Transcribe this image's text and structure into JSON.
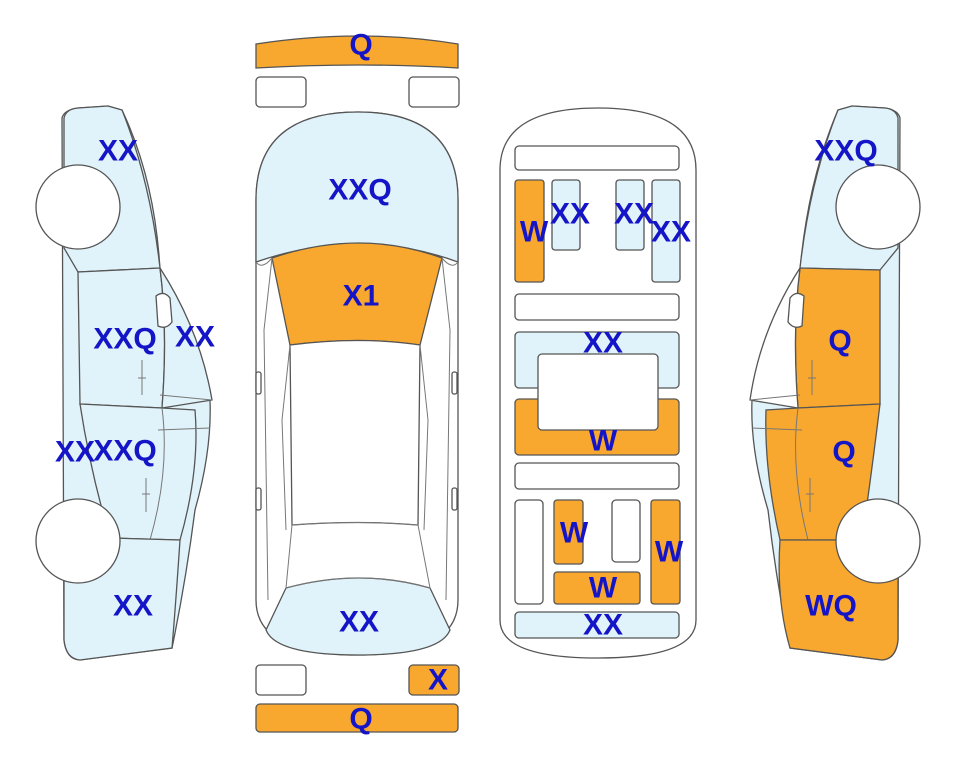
{
  "colors": {
    "blue": "#e1f3fa",
    "orange": "#f8a82f",
    "white": "#ffffff",
    "outline": "#555555",
    "label": "#1515c8"
  },
  "panels": {
    "front_bumper": {
      "label": "Q",
      "fill": "orange"
    },
    "rear_bumper": {
      "label": "Q",
      "fill": "orange"
    },
    "hood": {
      "label": "XXQ",
      "fill": "blue"
    },
    "roof_front": {
      "label": "X1",
      "fill": "orange"
    },
    "trunk_lid": {
      "label": "XX",
      "fill": "blue"
    },
    "rear_lamp_right": {
      "label": "X",
      "fill": "orange"
    },
    "left_front_fender": {
      "label": "XX",
      "fill": "blue"
    },
    "left_front_door": {
      "label": "XXQ",
      "fill": "blue"
    },
    "left_a_pillar": {
      "label": "XX",
      "fill": "blue"
    },
    "left_rocker": {
      "label": "XX",
      "fill": "blue"
    },
    "left_rear_door": {
      "label": "XXQ",
      "fill": "blue"
    },
    "left_rear_quarter": {
      "label": "XX",
      "fill": "blue"
    },
    "right_front_fender": {
      "label": "XXQ",
      "fill": "blue"
    },
    "right_front_door": {
      "label": "Q",
      "fill": "orange"
    },
    "right_rear_door": {
      "label": "Q",
      "fill": "orange"
    },
    "right_rear_quarter": {
      "label": "WQ",
      "fill": "orange"
    },
    "frame_left_front": {
      "label": "W",
      "fill": "orange"
    },
    "frame_inner_1": {
      "label": "XX",
      "fill": "blue"
    },
    "frame_inner_2": {
      "label": "XX",
      "fill": "blue"
    },
    "frame_right_front": {
      "label": "XX",
      "fill": "blue"
    },
    "floor_front": {
      "label": "XX",
      "fill": "blue"
    },
    "floor_mid": {
      "label": "W",
      "fill": "orange"
    },
    "rear_frame_left": {
      "label": "W",
      "fill": "orange"
    },
    "rear_frame_right": {
      "label": "W",
      "fill": "orange"
    },
    "rear_crossmember": {
      "label": "W",
      "fill": "orange"
    },
    "rear_panel": {
      "label": "XX",
      "fill": "blue"
    }
  }
}
